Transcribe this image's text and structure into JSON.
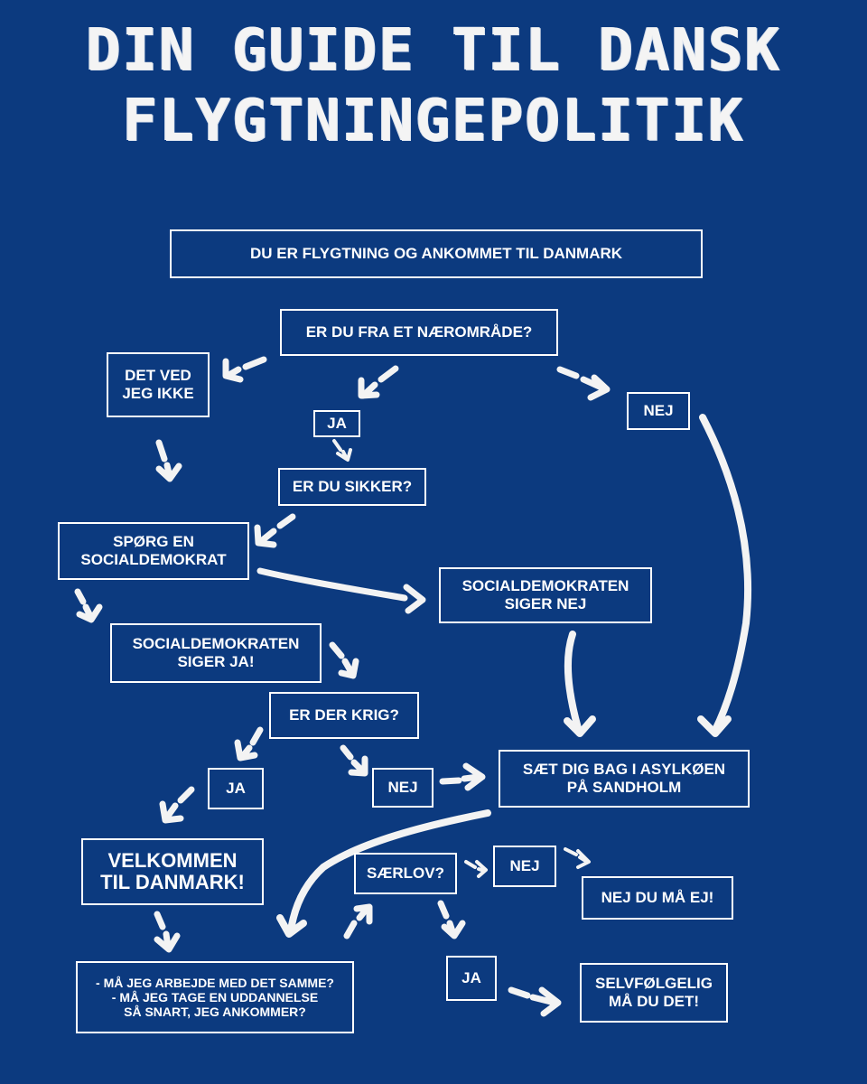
{
  "title": {
    "line1": "DIN GUIDE TIL DANSK",
    "line2": "FLYGTNINGEPOLITIK"
  },
  "nodes": {
    "start": "DU ER FLYGTNING OG  ANKOMMET TIL DANMARK",
    "naeromraade": "ER DU FRA ET NÆROMRÅDE?",
    "ved_ikke": "DET VED\nJEG IKKE",
    "ja1": "JA",
    "nej1": "NEJ",
    "sikker": "ER DU SIKKER?",
    "spoerg": "SPØRG EN\nSOCIALDEMOKRAT",
    "sd_nej": "SOCIALDEMOKRATEN\nSIGER NEJ",
    "sd_ja": "SOCIALDEMOKRATEN\nSIGER JA!",
    "krig": "ER DER KRIG?",
    "ja2": "JA",
    "nej2": "NEJ",
    "asylkoe": "SÆT DIG BAG I ASYLKØEN\nPÅ SANDHOLM",
    "velkommen": "VELKOMMEN\nTIL DANMARK!",
    "saerlov": "SÆRLOV?",
    "nej3": "NEJ",
    "nej_du_maa": "NEJ DU MÅ EJ!",
    "spoergsmaal": "- MÅ JEG ARBEJDE MED DET SAMME?\n- MÅ JEG TAGE EN UDDANNELSE\nSÅ SNART, JEG ANKOMMER?",
    "ja3": "JA",
    "selvfoelgelig": "SELVFØLGELIG\nMÅ DU DET!"
  },
  "colors": {
    "background": "#0c3a7f",
    "ink": "#ffffff"
  }
}
